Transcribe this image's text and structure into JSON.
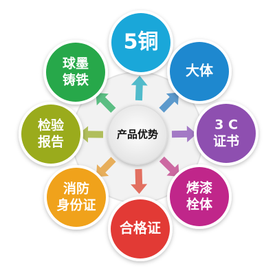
{
  "center": {
    "label": "产品优势"
  },
  "nodes": [
    {
      "lines": [
        "5铜"
      ],
      "color": "#1aa7d9"
    },
    {
      "lines": [
        "大体"
      ],
      "color": "#1e88cf"
    },
    {
      "lines": [
        "3 C",
        "证书"
      ],
      "color": "#8e4fb0"
    },
    {
      "lines": [
        "烤漆",
        "栓体"
      ],
      "color": "#c0268a"
    },
    {
      "lines": [
        "合格证"
      ],
      "color": "#e23a35"
    },
    {
      "lines": [
        "消防",
        "身份证"
      ],
      "color": "#f0a21b"
    },
    {
      "lines": [
        "检验",
        "报告"
      ],
      "color": "#9aab1c"
    },
    {
      "lines": [
        "球墨",
        "铸铁"
      ],
      "color": "#27a84a"
    }
  ],
  "arrow_colors": [
    "#3fb5c6",
    "#4a8fc8",
    "#9a6cc0",
    "#c85a98",
    "#e06050",
    "#e6a64a",
    "#a8b84a",
    "#4ab877"
  ]
}
